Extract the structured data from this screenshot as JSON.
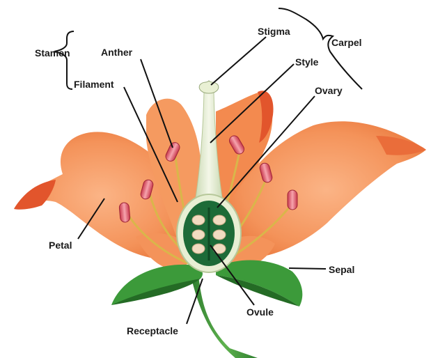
{
  "labels": {
    "stamen": "Stamen",
    "anther": "Anther",
    "filament": "Filament",
    "stigma": "Stigma",
    "style": "Style",
    "carpel": "Carpel",
    "ovary": "Ovary",
    "petal": "Petal",
    "sepal": "Sepal",
    "ovule": "Ovule",
    "receptacle": "Receptacle"
  },
  "colors": {
    "petal": "#f4935a",
    "petal_dark": "#e2552c",
    "petal_light": "#fbb07d",
    "sepal": "#3c9a3a",
    "sepal_dark": "#1f6b22",
    "ovary": "#1d6b38",
    "ovule": "#f1dcc1",
    "pistil": "#e8efd4",
    "anther": "#e5697a",
    "filament": "#d9b64a",
    "line": "#111111"
  }
}
